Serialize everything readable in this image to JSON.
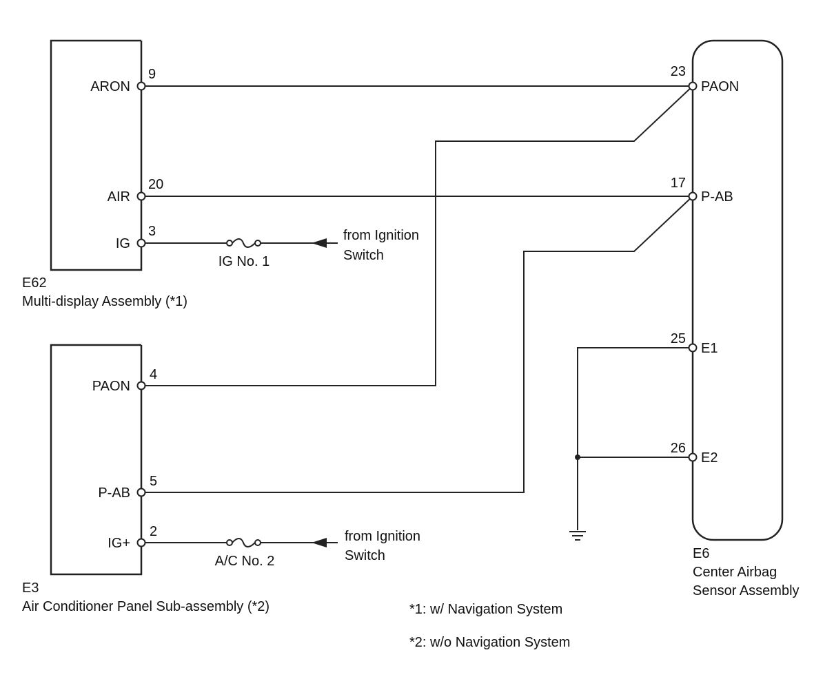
{
  "components": {
    "e62": {
      "id": "E62",
      "name": "Multi-display Assembly (*1)",
      "pins": [
        {
          "name": "ARON",
          "number": "9"
        },
        {
          "name": "AIR",
          "number": "20"
        },
        {
          "name": "IG",
          "number": "3"
        }
      ]
    },
    "e3": {
      "id": "E3",
      "name": "Air Conditioner Panel Sub-assembly (*2)",
      "pins": [
        {
          "name": "PAON",
          "number": "4"
        },
        {
          "name": "P-AB",
          "number": "5"
        },
        {
          "name": "IG+",
          "number": "2"
        }
      ]
    },
    "e6": {
      "id": "E6",
      "name_line1": "Center Airbag",
      "name_line2": "Sensor Assembly",
      "pins": [
        {
          "name": "PAON",
          "number": "23"
        },
        {
          "name": "P-AB",
          "number": "17"
        },
        {
          "name": "E1",
          "number": "25"
        },
        {
          "name": "E2",
          "number": "26"
        }
      ]
    }
  },
  "fuses": [
    {
      "label": "IG No. 1",
      "source_line1": "from Ignition",
      "source_line2": "Switch"
    },
    {
      "label": "A/C No. 2",
      "source_line1": "from Ignition",
      "source_line2": "Switch"
    }
  ],
  "notes": [
    "*1: w/ Navigation System",
    "*2: w/o Navigation System"
  ],
  "colors": {
    "line": "#222222",
    "background": "#ffffff"
  }
}
